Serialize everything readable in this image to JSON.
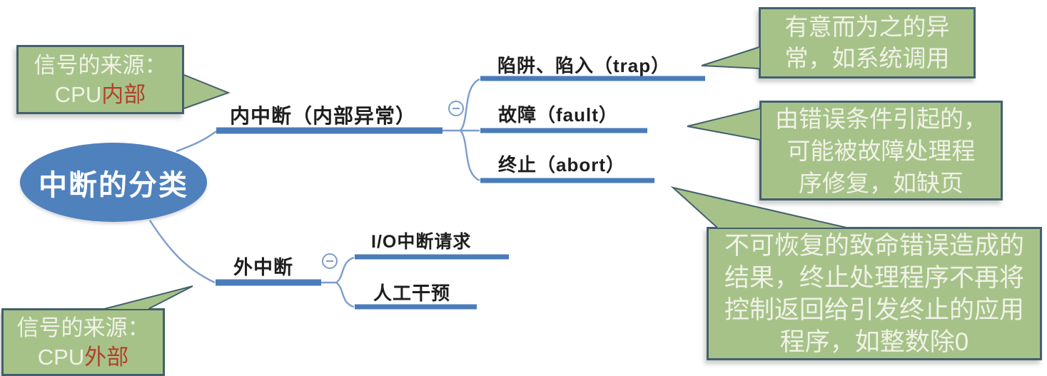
{
  "diagram_title": "中断的分类",
  "root": {
    "label": "中断的分类"
  },
  "branches": [
    {
      "label": "内中断（内部异常）",
      "children": [
        {
          "label": "陷阱、陷入（trap）"
        },
        {
          "label": "故障（fault）"
        },
        {
          "label": "终止（abort）"
        }
      ]
    },
    {
      "label": "外中断",
      "children": [
        {
          "label": "I/O中断请求"
        },
        {
          "label": "人工干预"
        }
      ]
    }
  ],
  "callouts": {
    "source_internal": {
      "line1": "信号的来源：",
      "prefix": "CPU",
      "highlight": "内部"
    },
    "source_external": {
      "line1": "信号的来源：",
      "prefix": "CPU",
      "highlight": "外部"
    },
    "trap_note": "有意而为之的异\n常，如系统调用",
    "fault_note": "由错误条件引起的，\n可能被故障处理程\n序修复，如缺页",
    "abort_note": "不可恢复的致命错误造成的\n结果，终止处理程序不再将\n控制返回给引发终止的应用\n程序，如整数除0"
  },
  "icons": {
    "collapse_internal": "collapse-minus",
    "collapse_external": "collapse-minus"
  },
  "colors": {
    "root_fill": "#4f81bd",
    "branch_bar": "#4a7cba",
    "connector": "#7d9dca",
    "callout_fill": "#a6c289",
    "callout_border": "#44606d",
    "callout_text": "#f0f2e6",
    "highlight_red": "#b2402a",
    "label_text": "#1e1e1e"
  }
}
